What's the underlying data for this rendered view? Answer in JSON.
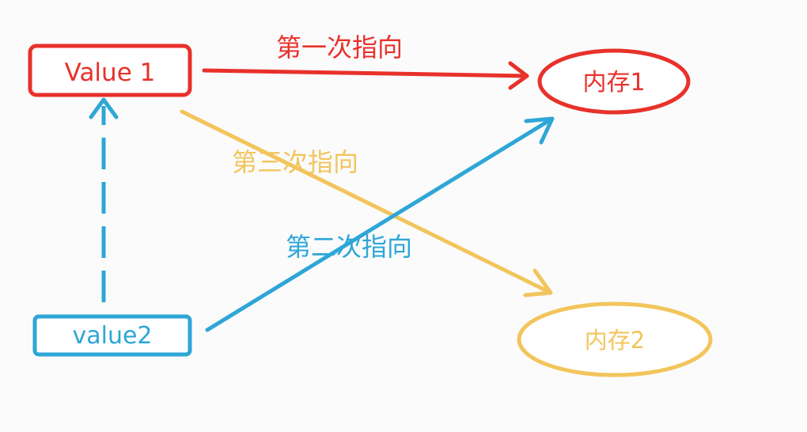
{
  "nodes": {
    "value1": {
      "label": "Value 1",
      "color": "#e8312a"
    },
    "value2": {
      "label": "value2",
      "color": "#2ea6d6"
    },
    "memory1": {
      "label": "内存1",
      "color": "#e8312a"
    },
    "memory2": {
      "label": "内存2",
      "color": "#f2c55c"
    }
  },
  "edges": {
    "first": {
      "label": "第一次指向",
      "color": "#e8312a"
    },
    "second": {
      "label": "第二次指向",
      "color": "#2ea6d6"
    },
    "third": {
      "label": "第三次指向",
      "color": "#f2c55c"
    }
  }
}
